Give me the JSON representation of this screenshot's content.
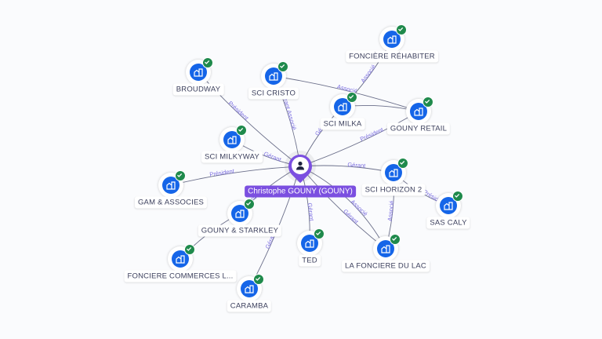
{
  "center": {
    "label": "Christophe GOUNY (GOUNY)",
    "icon": "person-icon",
    "color": "#7b4fe0"
  },
  "colors": {
    "company": "#1565e8",
    "verified": "#1f8a4c",
    "edge": "#6b6f8a",
    "edge_label": "#7b6ee0"
  },
  "nodes": [
    {
      "id": "broudway",
      "label": "BROUDWAY",
      "icon": "building-icon",
      "verified": true
    },
    {
      "id": "scicristo",
      "label": "SCI CRISTO",
      "icon": "building-icon",
      "verified": true
    },
    {
      "id": "rehabiter",
      "label": "FONCIÈRE RÉHABITER",
      "icon": "building-icon",
      "verified": true
    },
    {
      "id": "scimilka",
      "label": "SCI MILKA",
      "icon": "building-icon",
      "verified": true
    },
    {
      "id": "gounyretail",
      "label": "GOUNY RETAIL",
      "icon": "building-icon",
      "verified": true
    },
    {
      "id": "milkyway",
      "label": "SCI MILKYWAY",
      "icon": "building-icon",
      "verified": true
    },
    {
      "id": "gam",
      "label": "GAM & ASSOCIES",
      "icon": "building-icon",
      "verified": true
    },
    {
      "id": "horizon",
      "label": "SCI HORIZON 2",
      "icon": "building-icon",
      "verified": true
    },
    {
      "id": "sascaly",
      "label": "SAS CALY",
      "icon": "building-icon",
      "verified": true
    },
    {
      "id": "starkley",
      "label": "GOUNY & STARKLEY",
      "icon": "building-icon",
      "verified": true
    },
    {
      "id": "ted",
      "label": "TED",
      "icon": "building-icon",
      "verified": true
    },
    {
      "id": "lac",
      "label": "LA FONCIERE DU LAC",
      "icon": "building-icon",
      "verified": true
    },
    {
      "id": "commerces",
      "label": "FONCIERE COMMERCES L...",
      "icon": "building-icon",
      "verified": true
    },
    {
      "id": "caramba",
      "label": "CARAMBA",
      "icon": "building-icon",
      "verified": true
    }
  ],
  "edges": [
    {
      "from": "center",
      "to": "broudway",
      "label": "Président"
    },
    {
      "from": "center",
      "to": "scicristo",
      "label": "Gérant Associé"
    },
    {
      "from": "center",
      "to": "scimilka",
      "label": "Gérant"
    },
    {
      "from": "center",
      "to": "gounyretail",
      "label": "Président"
    },
    {
      "from": "center",
      "to": "milkyway",
      "label": "Gérant"
    },
    {
      "from": "center",
      "to": "gam",
      "label": "Président"
    },
    {
      "from": "center",
      "to": "horizon",
      "label": "Gérant"
    },
    {
      "from": "center",
      "to": "lac",
      "label": "Gérant"
    },
    {
      "from": "center",
      "to": "ted",
      "label": "Gérant"
    },
    {
      "from": "center",
      "to": "starkley",
      "label": "Gérant"
    },
    {
      "from": "center",
      "to": "caramba",
      "label": "Gérant"
    },
    {
      "from": "center",
      "to": "lac",
      "label": "Associé"
    },
    {
      "from": "scicristo",
      "to": "gounyretail",
      "label": "Associé"
    },
    {
      "from": "scimilka",
      "to": "rehabiter",
      "label": "Associé"
    },
    {
      "from": "scimilka",
      "to": "gounyretail",
      "label": ""
    },
    {
      "from": "horizon",
      "to": "sascaly",
      "label": "Président"
    },
    {
      "from": "horizon",
      "to": "lac",
      "label": "Associé"
    },
    {
      "from": "starkley",
      "to": "commerces",
      "label": ""
    }
  ]
}
